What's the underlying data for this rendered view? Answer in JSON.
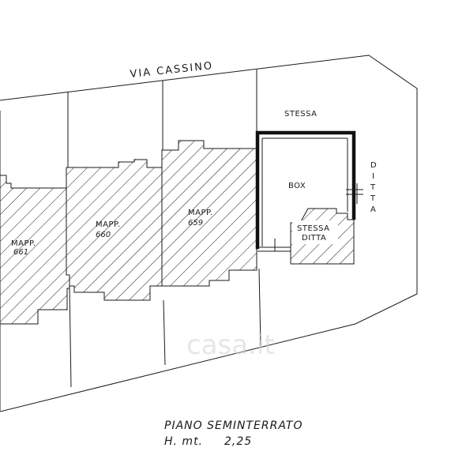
{
  "street": {
    "name": "VIA CASSINO"
  },
  "labels": {
    "stessa_top": "STESSA",
    "ditta_vertical": [
      "D",
      "I",
      "T",
      "T",
      "A"
    ],
    "box": "BOX",
    "stessa_ditta": [
      "STESSA",
      "DITTA"
    ],
    "mapp_661": [
      "MAPP.",
      "661"
    ],
    "mapp_660": [
      "MAPP.",
      "660"
    ],
    "mapp_659": [
      "MAPP.",
      "659"
    ]
  },
  "footer": {
    "floor": "PIANO  SEMINTERRATO",
    "height_label": "H.  mt.",
    "height_value": "2,25"
  },
  "watermark": {
    "text": "casa.it"
  }
}
